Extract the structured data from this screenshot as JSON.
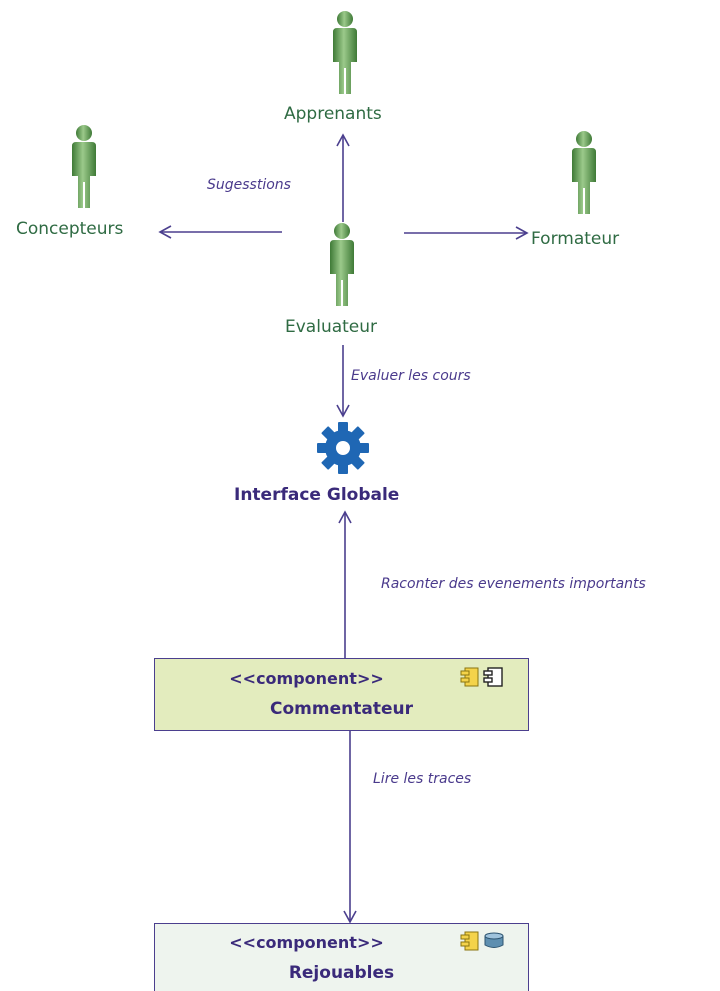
{
  "diagram": {
    "actors": {
      "apprenants": "Apprenants",
      "concepteurs": "Concepteurs",
      "formateur": "Formateur",
      "evaluateur": "Evaluateur"
    },
    "edges": {
      "suggestions": "Sugesstions",
      "evaluer": "Evaluer les cours",
      "raconter": "Raconter des evenements importants",
      "lire": "Lire les traces"
    },
    "interface": {
      "name": "Interface Globale",
      "icon": "gear-icon"
    },
    "components": {
      "commentateur": {
        "stereotype": "<<component>>",
        "name": "Commentateur",
        "fill": "#e3ecbe"
      },
      "rejouables": {
        "stereotype": "<<component>>",
        "name": "Rejouables",
        "fill": "#eef4ee"
      }
    },
    "colors": {
      "actor_green": "#6aa158",
      "arrow": "#4b3f8e",
      "interface_blue": "#1f67b4"
    }
  }
}
